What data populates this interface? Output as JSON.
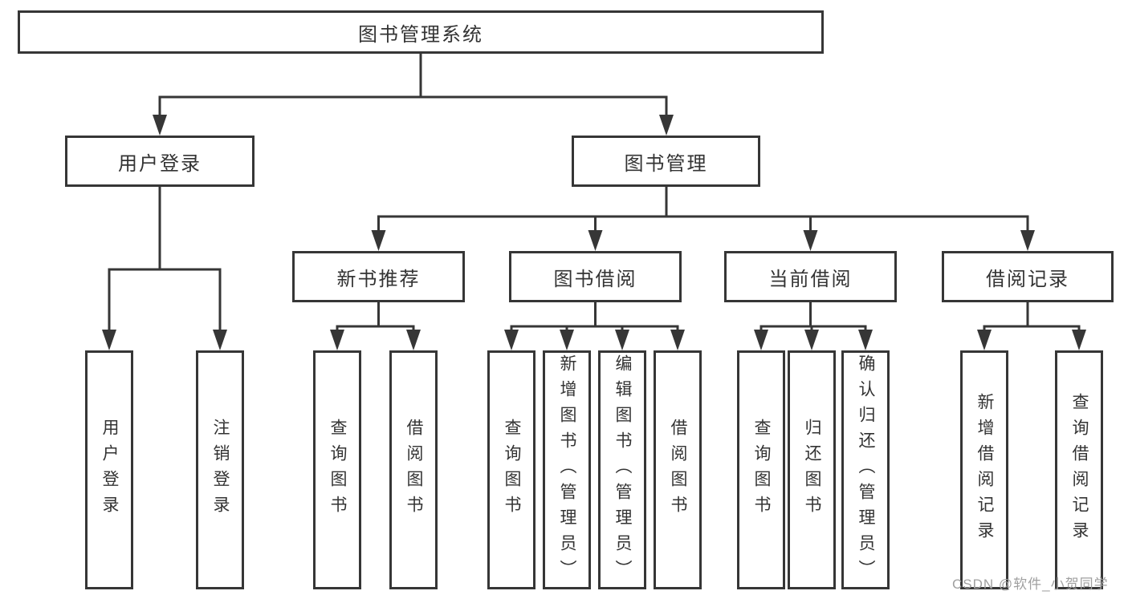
{
  "title": "图书管理系统",
  "tree": {
    "root": {
      "label": "图书管理系统"
    },
    "login_branch": {
      "label": "用户登录",
      "children": [
        {
          "label": "用户登录"
        },
        {
          "label": "注销登录"
        }
      ]
    },
    "management_branch": {
      "label": "图书管理",
      "sections": [
        {
          "label": "新书推荐",
          "children": [
            {
              "label": "查询图书"
            },
            {
              "label": "借阅图书"
            }
          ]
        },
        {
          "label": "图书借阅",
          "children": [
            {
              "label": "查询图书"
            },
            {
              "label": "新增图书（管理员）"
            },
            {
              "label": "编辑图书（管理员）"
            },
            {
              "label": "借阅图书"
            }
          ]
        },
        {
          "label": "当前借阅",
          "children": [
            {
              "label": "查询图书"
            },
            {
              "label": "归还图书"
            },
            {
              "label": "确认归还（管理员）"
            }
          ]
        },
        {
          "label": "借阅记录",
          "children": [
            {
              "label": "新增借阅记录"
            },
            {
              "label": "查询借阅记录"
            }
          ]
        }
      ]
    }
  },
  "watermark": "CSDN @软件_小贺同学",
  "colors": {
    "line": "#363636",
    "text": "#333333",
    "watermark": "#a0a0a0",
    "background": "#ffffff"
  }
}
